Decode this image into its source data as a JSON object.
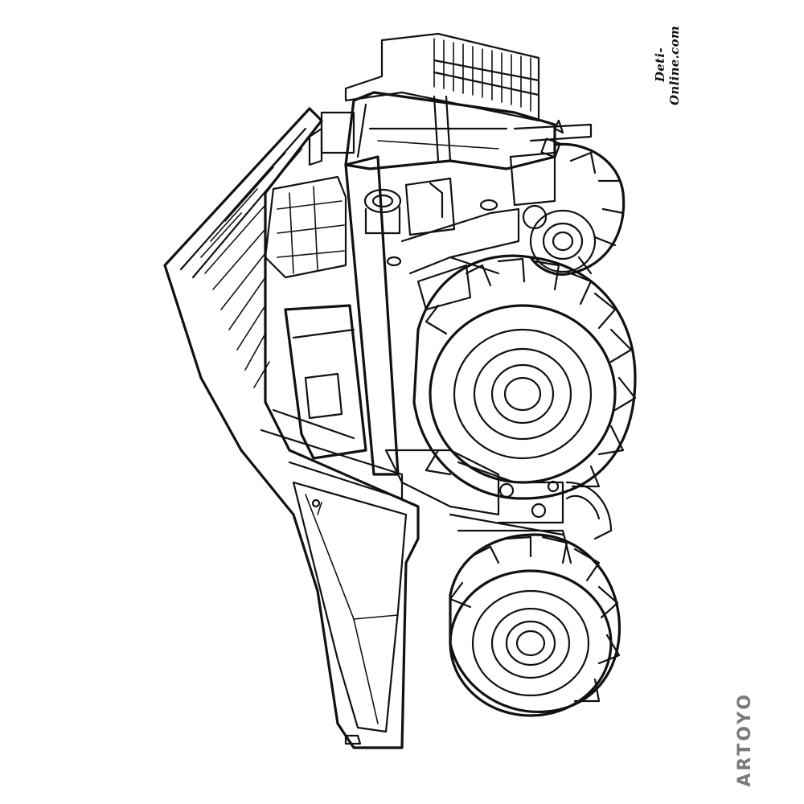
{
  "image": {
    "subject": "coloring page line drawing",
    "line_color": "#111111",
    "background_color": "#ffffff"
  },
  "watermarks": {
    "top_right": "Deti-Online.com",
    "bottom_right": "ARTOYO",
    "bottom_right_color": "#7a7a7a",
    "bottom_right_accent": "#3b82f6"
  }
}
